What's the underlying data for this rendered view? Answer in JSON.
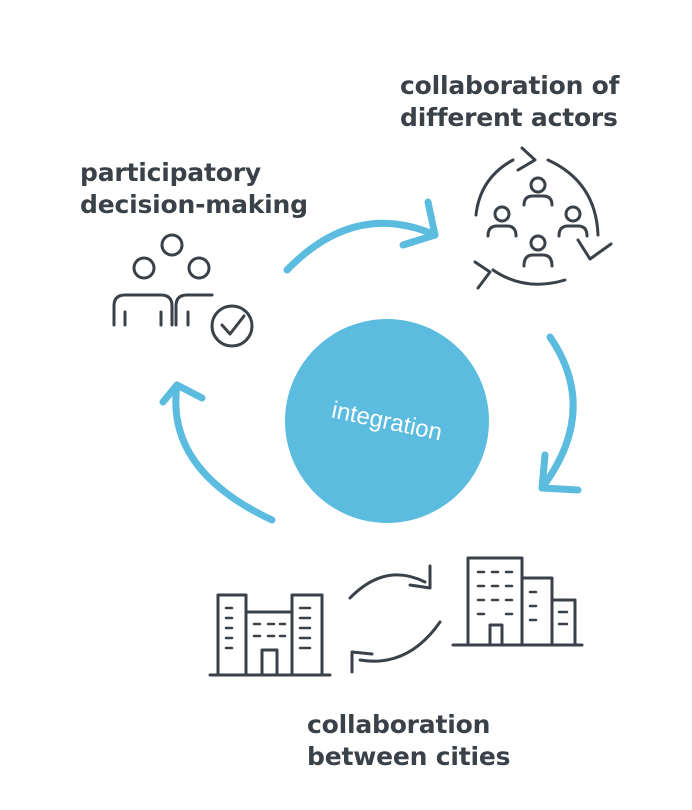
{
  "diagram": {
    "center_label": "integration",
    "nodes": {
      "participatory": {
        "line1": "participatory",
        "line2": "decision-making",
        "icon": "people-check-icon"
      },
      "actors": {
        "line1": "collaboration of",
        "line2": "different actors",
        "icon": "people-cycle-icon"
      },
      "cities": {
        "line1": "collaboration",
        "line2": "between cities",
        "icon": "city-buildings-exchange-icon"
      }
    }
  },
  "colors": {
    "accent": "#5bbce0",
    "ink": "#3a4148",
    "background": "#ffffff"
  }
}
